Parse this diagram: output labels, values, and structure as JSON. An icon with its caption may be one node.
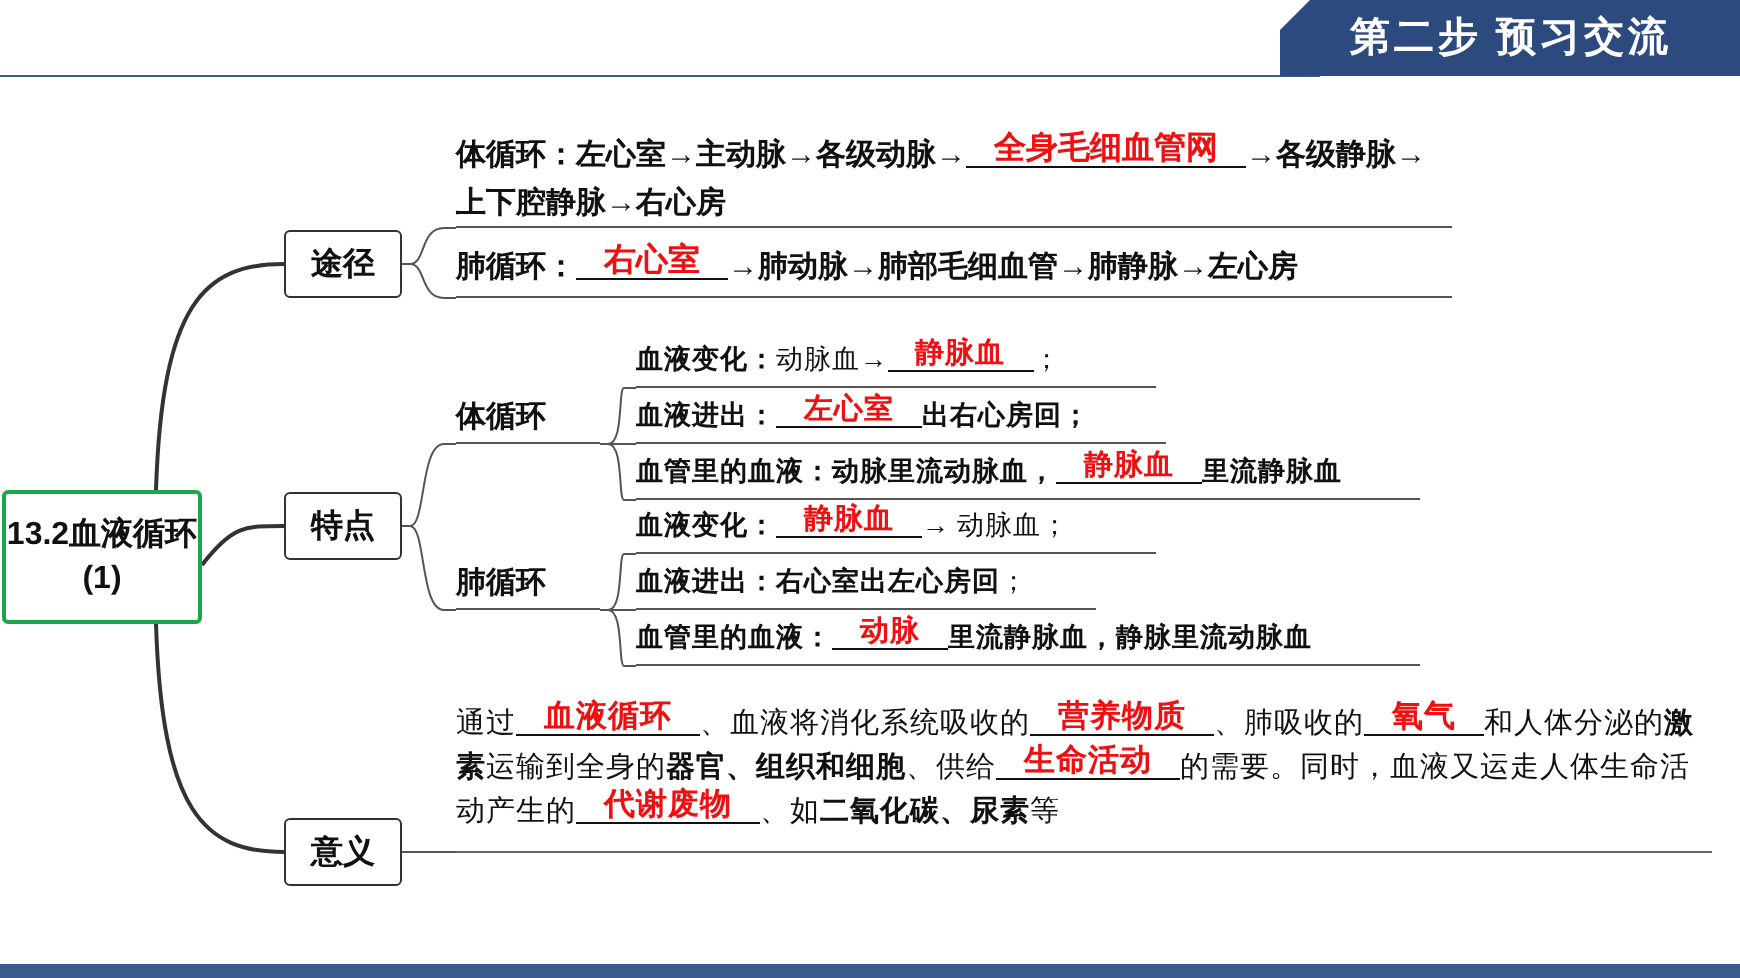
{
  "diagram": {
    "nodes": [
      {
        "text": [
          "13.2血液循环(1)"
        ]
      },
      {
        "text": [
          "途径"
        ]
      },
      {
        "text": [
          "体循环：左心室→主动脉→各级动脉→",
          "全身毛细血管网",
          "→各级静脉→上下腔静脉→右心房"
        ]
      },
      {
        "text": [
          "肺循环：",
          "右心室",
          "→肺动脉→肺部毛细血管→肺静脉→左心房"
        ]
      },
      {
        "text": [
          "特点"
        ]
      },
      {
        "text": [
          "体循环"
        ]
      },
      {
        "text": [
          "**血液变化：**动脉血→",
          "静脉血",
          "；"
        ]
      },
      {
        "text": [
          "血液进出：",
          "左心室",
          "出右心房回；"
        ]
      },
      {
        "text": [
          "血管里的血液：动脉里流动脉血，",
          "静脉血",
          "里流静脉血"
        ]
      },
      {
        "text": [
          "肺循环"
        ]
      },
      {
        "text": [
          "**血液变化：**",
          "静脉血",
          "→ 动脉血；"
        ]
      },
      {
        "text": [
          "**血液进出：右心室出左心房回**；"
        ]
      },
      {
        "text": [
          "血管里的血液：",
          "动脉",
          "里流静脉血，静脉里流动脉血"
        ]
      },
      {
        "text": [
          "意义"
        ]
      },
      {
        "text": [
          "通过",
          "血液循环",
          "、血液将消化系统吸收的",
          "营养物质",
          "、肺吸收的",
          "氧气",
          "和人体分泌的**激素**运输到全身的**器官、组织和细胞**、供给",
          "生命活动",
          "的需要。同时，血液又运走人体生命活动产生的",
          "代谢废物",
          "、如**二氧化碳、尿素**等"
        ]
      }
    ],
    "edges": [
      {
        "from": 0,
        "to": 1,
        "arrow": "none"
      },
      {
        "from": 0,
        "to": 4,
        "arrow": "none"
      },
      {
        "from": 0,
        "to": 13,
        "arrow": "none"
      },
      {
        "from": 1,
        "to": 2,
        "arrow": "none"
      },
      {
        "from": 1,
        "to": 3,
        "arrow": "none"
      },
      {
        "from": 4,
        "to": 5,
        "arrow": "none"
      },
      {
        "from": 4,
        "to": 9,
        "arrow": "none"
      },
      {
        "from": 5,
        "to": 6,
        "arrow": "none"
      },
      {
        "from": 5,
        "to": 7,
        "arrow": "none"
      },
      {
        "from": 5,
        "to": 8,
        "arrow": "none"
      },
      {
        "from": 9,
        "to": 10,
        "arrow": "none"
      },
      {
        "from": 9,
        "to": 11,
        "arrow": "none"
      },
      {
        "from": 9,
        "to": 12,
        "arrow": "none"
      },
      {
        "from": 13,
        "to": 14,
        "arrow": "none"
      }
    ],
    "labels": [
      "第二步 预习交流"
    ]
  }
}
